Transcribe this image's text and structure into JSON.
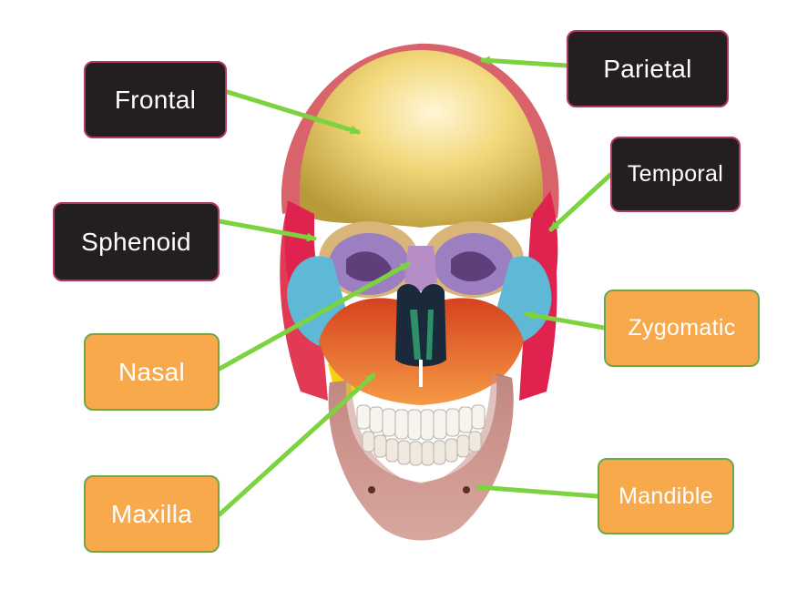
{
  "labels": {
    "frontal": "Frontal",
    "parietal": "Parietal",
    "temporal": "Temporal",
    "sphenoid": "Sphenoid",
    "nasal": "Nasal",
    "zygomatic": "Zygomatic",
    "maxilla": "Maxilla",
    "mandible": "Mandible"
  },
  "colors": {
    "dark_label_bg": "#231f20",
    "dark_label_border": "#b03a5b",
    "orange_label_bg": "#f7a94b",
    "orange_label_border": "#6aa84f",
    "pointer_arrow": "#7dd23f",
    "frontal_bone": "#f2d77a",
    "parietal_bone": "#d9636b",
    "temporal_bone": "#e0234e",
    "sphenoid_bone": "#9b7fc0",
    "zygomatic_bone": "#5fb8d6",
    "maxilla_bone": "#e96a2a",
    "nasal_bone": "#b68dc6",
    "mandible_bone": "#c8908a"
  }
}
